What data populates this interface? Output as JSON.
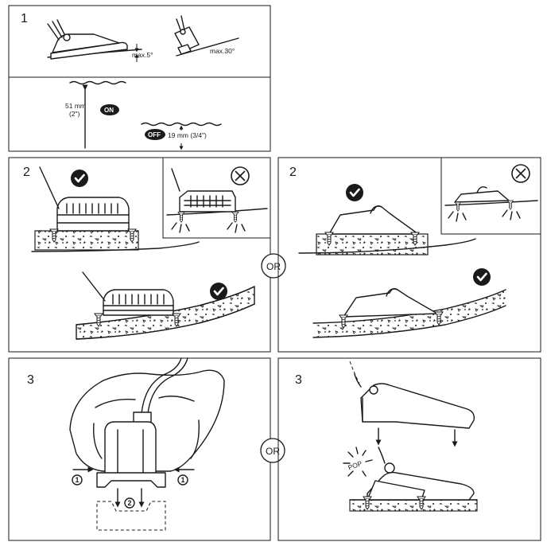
{
  "step1": {
    "number": "1",
    "max_tilt_left": "max.5°",
    "max_tilt_right": "max.30°",
    "on_height": "51 mm",
    "on_height_in": "(2\")",
    "on_label": "ON",
    "off_label": "OFF",
    "off_height": "19 mm (3/4\")"
  },
  "step2_left": {
    "number": "2"
  },
  "step2_right": {
    "number": "2"
  },
  "step3_left": {
    "number": "3",
    "marker_1": "1",
    "marker_2": "2"
  },
  "step3_right": {
    "number": "3",
    "pop_label": "POP"
  },
  "or_label": "OR",
  "colors": {
    "ink": "#1a1a1a",
    "background": "#ffffff",
    "hatch": "#e6e6e6"
  },
  "icons": {
    "approved": "checkmark-circle-icon",
    "rejected": "x-circle-icon",
    "direction": "arrow-icon"
  }
}
